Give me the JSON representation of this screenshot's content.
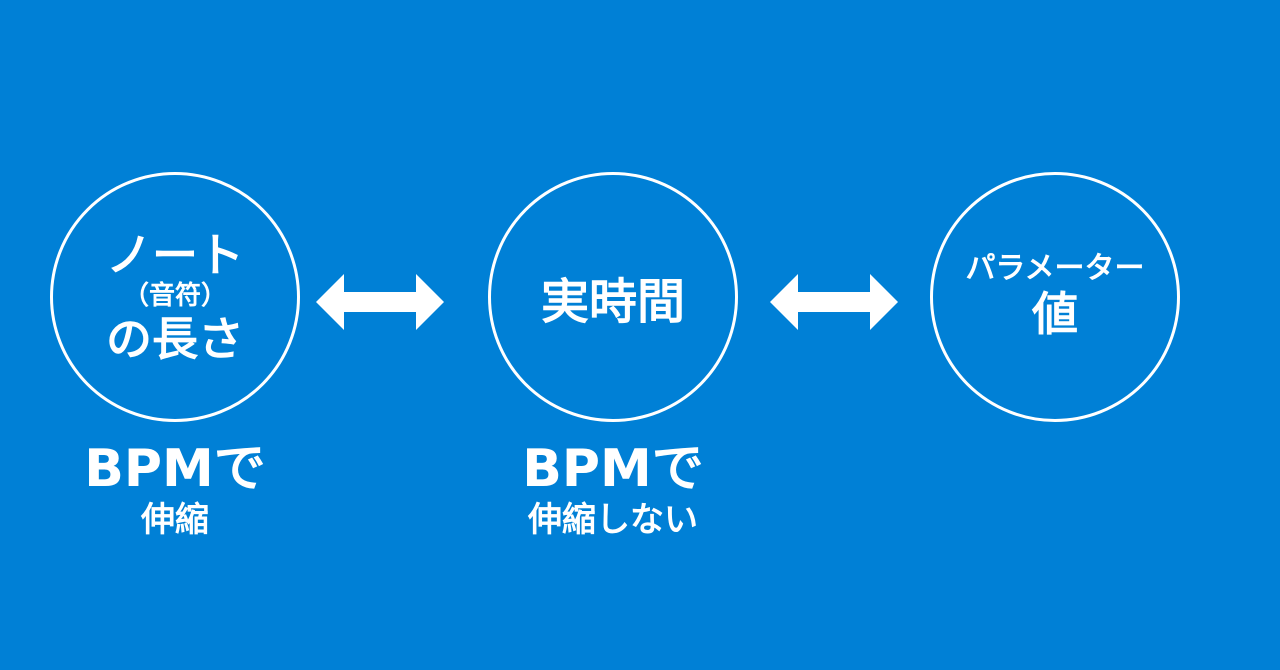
{
  "nodes": [
    {
      "lines": [
        "ノート",
        "（音符）",
        "の長さ"
      ]
    },
    {
      "lines": [
        "実時間"
      ]
    },
    {
      "lines": [
        "パラメーター",
        "値"
      ]
    }
  ],
  "captions": [
    {
      "lines": [
        "BPMで",
        "伸縮"
      ]
    },
    {
      "lines": [
        "BPMで",
        "伸縮しない"
      ]
    }
  ],
  "arrows": [
    {
      "type": "bidirectional",
      "icon": "double-arrow-icon"
    },
    {
      "type": "bidirectional",
      "icon": "double-arrow-icon"
    }
  ],
  "colors": {
    "background": "#0080D6",
    "foreground": "#FFFFFF"
  }
}
